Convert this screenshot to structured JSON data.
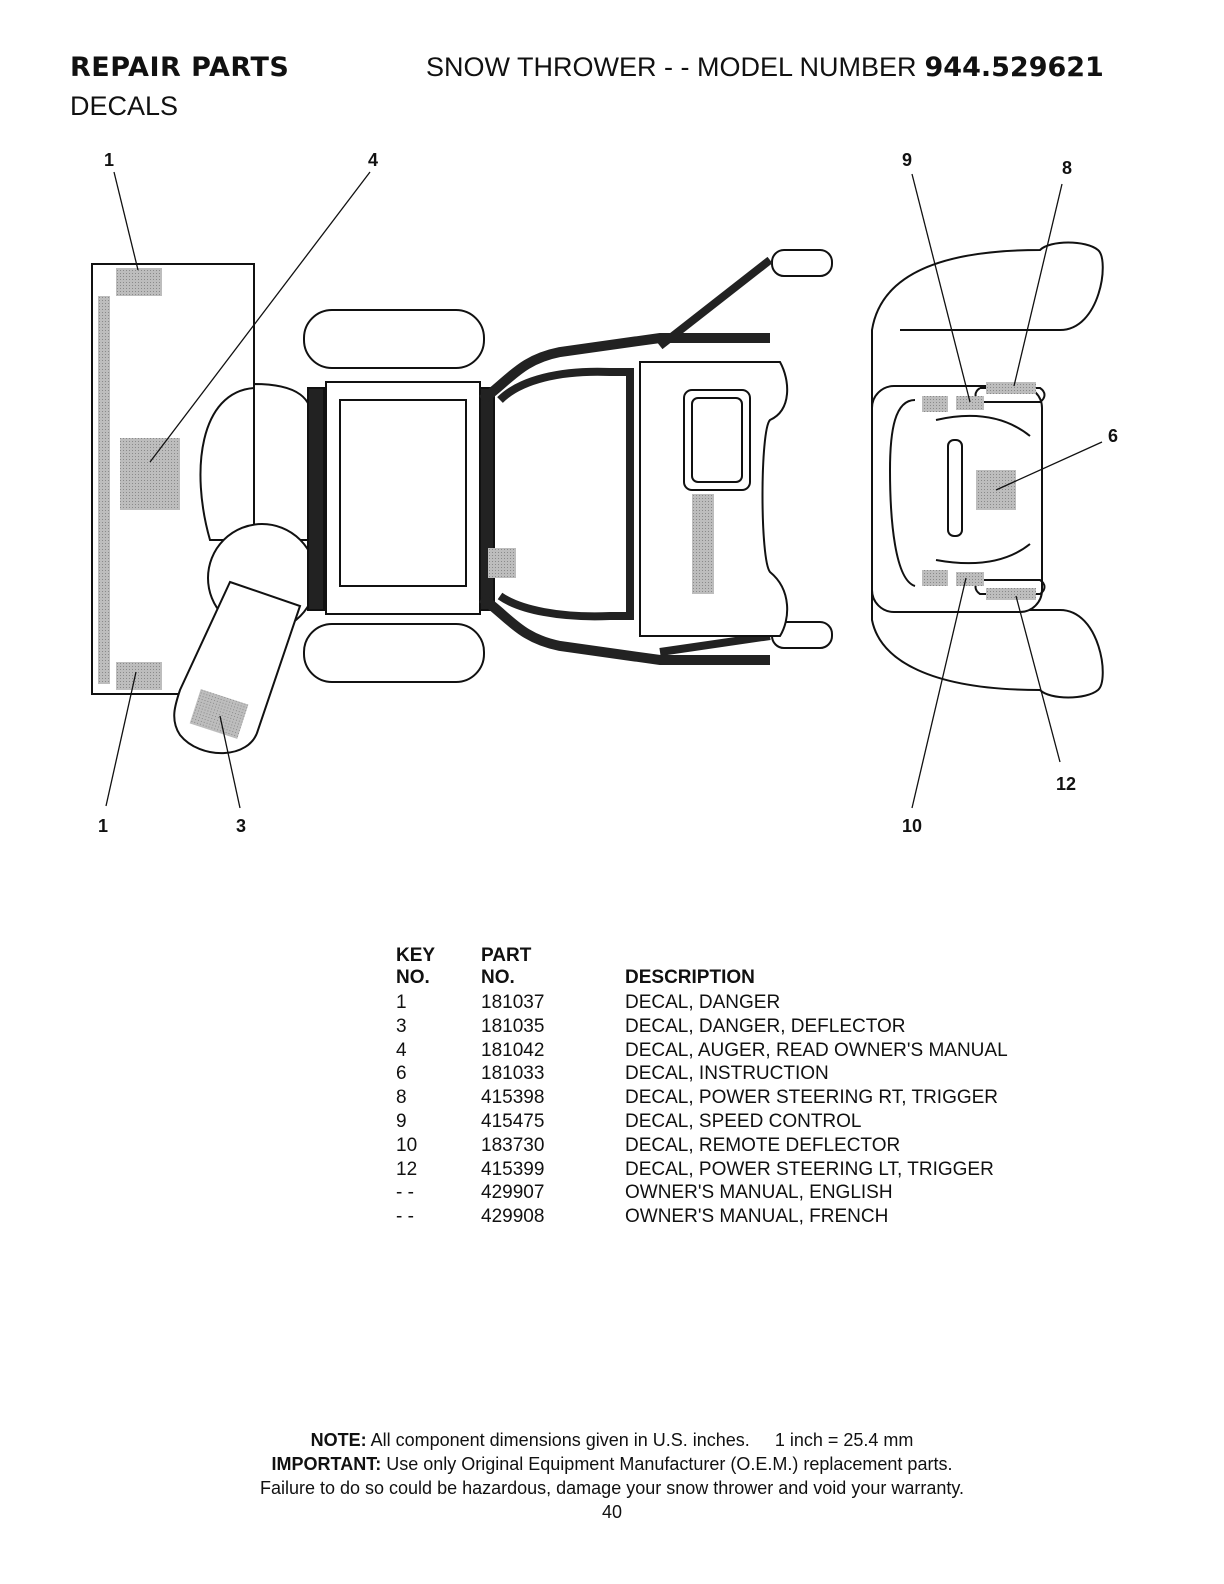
{
  "header": {
    "section": "REPAIR PARTS",
    "title": "SNOW THROWER - - MODEL NUMBER",
    "model": "944.529621",
    "subtitle": "DECALS"
  },
  "callouts": [
    "1",
    "4",
    "9",
    "8",
    "6",
    "1",
    "3",
    "12",
    "10"
  ],
  "parts_table": {
    "headers": {
      "key_top": "KEY",
      "key_bottom": "NO.",
      "part_top": "PART",
      "part_bottom": "NO.",
      "description": "DESCRIPTION"
    },
    "rows": [
      {
        "key": "1",
        "part": "181037",
        "description": "DECAL, DANGER"
      },
      {
        "key": "3",
        "part": "181035",
        "description": "DECAL, DANGER, DEFLECTOR"
      },
      {
        "key": "4",
        "part": "181042",
        "description": "DECAL, AUGER, READ OWNER'S MANUAL"
      },
      {
        "key": "6",
        "part": "181033",
        "description": "DECAL, INSTRUCTION"
      },
      {
        "key": "8",
        "part": "415398",
        "description": "DECAL, POWER STEERING RT, TRIGGER"
      },
      {
        "key": "9",
        "part": "415475",
        "description": "DECAL, SPEED CONTROL"
      },
      {
        "key": "10",
        "part": "183730",
        "description": "DECAL, REMOTE DEFLECTOR"
      },
      {
        "key": "12",
        "part": "415399",
        "description": "DECAL, POWER STEERING LT, TRIGGER"
      },
      {
        "key": "- -",
        "part": "429907",
        "description": "OWNER'S MANUAL, ENGLISH"
      },
      {
        "key": "- -",
        "part": "429908",
        "description": "OWNER'S MANUAL, FRENCH"
      }
    ]
  },
  "footer": {
    "note_label": "NOTE:",
    "note_text": "All component dimensions given in U.S. inches.",
    "note_conversion": "1 inch = 25.4 mm",
    "important_label": "IMPORTANT:",
    "important_text": "Use only Original Equipment Manufacturer (O.E.M.) replacement parts.",
    "warning_text": "Failure to do so could be hazardous, damage your snow thrower and void your warranty.",
    "page_number": "40"
  }
}
